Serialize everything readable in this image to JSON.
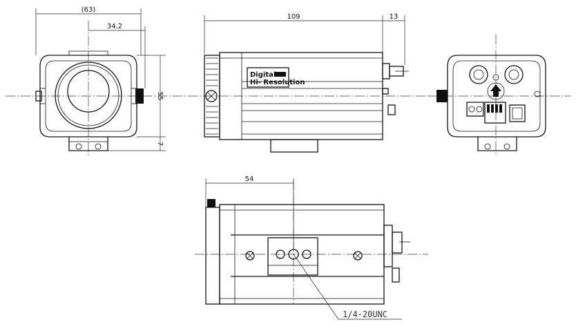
{
  "dimensions": {
    "front_width": "(63)",
    "front_offset": "34.2",
    "body_length": "109",
    "connector_length": "13",
    "height": "55",
    "mount_height": "7",
    "mount_position": "54"
  },
  "labels": {
    "brand_name": "Digital",
    "brand_subtitle": "Hi- Resolution",
    "thread_spec": "1/4-20UNC"
  },
  "icons": [
    "lens-icon",
    "connector-icon",
    "screw-icon",
    "dip-switch-icon"
  ]
}
